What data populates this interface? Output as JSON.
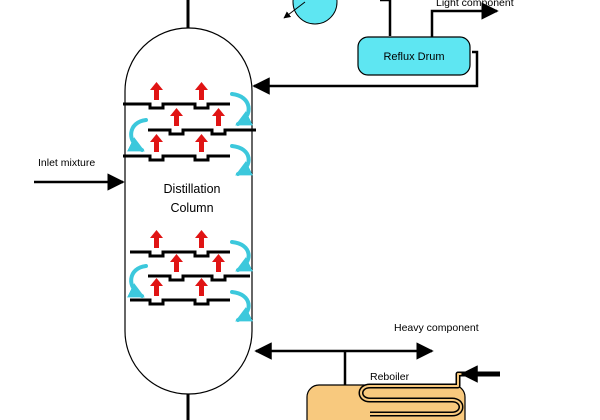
{
  "labels": {
    "light_component": "Light  component",
    "reflux_drum": "Reflux Drum",
    "inlet_mixture": "Inlet mixture",
    "column_line1": "Distillation",
    "column_line2": "Column",
    "heavy_component": "Heavy  component",
    "reboiler": "Reboiler"
  },
  "colors": {
    "column_fill": "#ffffff",
    "line": "#000000",
    "reflux_drum_fill": "#5ee6f2",
    "condenser_fill": "#5ee6f2",
    "reboiler_fill": "#f8c97e",
    "vapor_arrow": "#e01414",
    "liquid_arrow": "#3cc8dc"
  },
  "icons": {
    "vapor_flow": "red-up-arrow-icon",
    "liquid_flow": "cyan-curved-arrow-icon"
  }
}
